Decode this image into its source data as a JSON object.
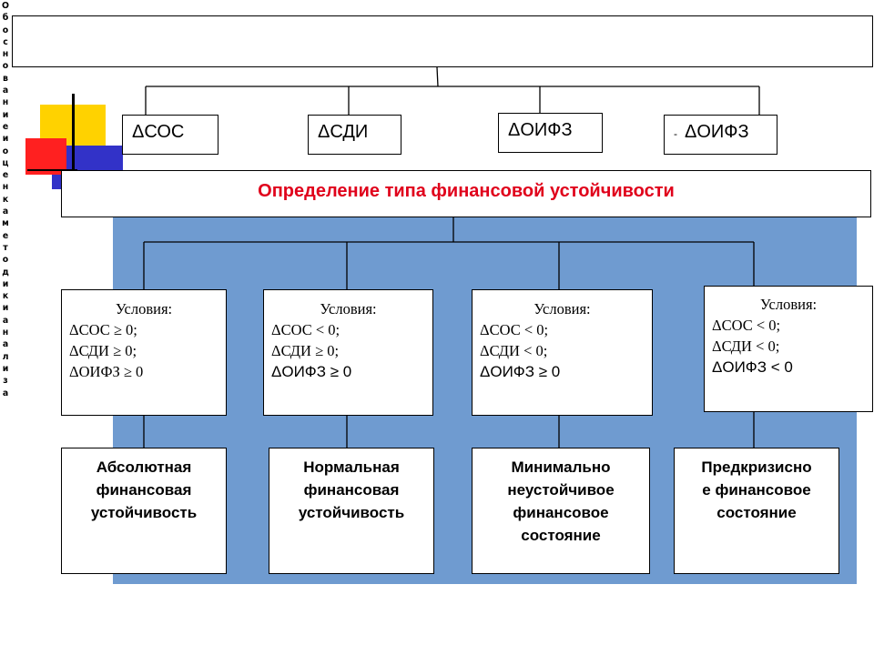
{
  "vertical_text": "Обоснование и оценка методики анализа",
  "level1": [
    {
      "prefix": "",
      "label": "ΔСОС"
    },
    {
      "prefix": "",
      "label": "ΔСДИ"
    },
    {
      "prefix": "",
      "label": "ΔОИФЗ"
    },
    {
      "prefix": "-",
      "label": "ΔОИФЗ"
    }
  ],
  "title": "Определение типа финансовой устойчивости",
  "conditions": [
    {
      "head": "Условия:",
      "l1": "ΔСОС ≥ 0;",
      "l2": "ΔСДИ ≥ 0;",
      "l3": "ΔОИФЗ ≥ 0"
    },
    {
      "head": "Условия:",
      "l1": "ΔСОС < 0;",
      "l2": "ΔСДИ ≥ 0;",
      "l3": "ΔОИФЗ ≥ 0"
    },
    {
      "head": "Условия:",
      "l1": "ΔСОС < 0;",
      "l2": "ΔСДИ < 0;",
      "l3": "ΔОИФЗ ≥ 0"
    },
    {
      "head": "Условия:",
      "l1": "ΔСОС < 0;",
      "l2": "ΔСДИ < 0;",
      "l3": "ΔОИФЗ < 0"
    }
  ],
  "results": [
    {
      "lines": [
        "Абсолютная",
        "финансовая",
        "устойчивость"
      ]
    },
    {
      "lines": [
        "Нормальная",
        "финансовая",
        "устойчивость"
      ]
    },
    {
      "lines": [
        "Минимально",
        "неустойчивое",
        "финансовое",
        "состояние"
      ]
    },
    {
      "lines": [
        "Предкризисно",
        "е финансовое",
        "состояние"
      ]
    }
  ],
  "colors": {
    "panel": "#6f9bd0",
    "title_text": "#e0001b",
    "deco_yellow": "#ffd200",
    "deco_red": "#ff2020",
    "deco_blue": "#3232c8"
  }
}
